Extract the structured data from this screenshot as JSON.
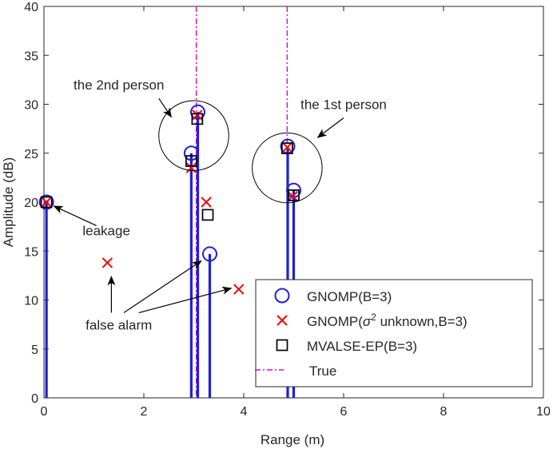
{
  "chart_data": {
    "type": "stem",
    "xlabel": "Range (m)",
    "ylabel": "Amplitude (dB)",
    "xlim": [
      0,
      10
    ],
    "ylim": [
      0,
      40
    ],
    "xticks": [
      0,
      2,
      4,
      6,
      8,
      10
    ],
    "yticks": [
      0,
      5,
      10,
      15,
      20,
      25,
      30,
      35,
      40
    ],
    "grid": false,
    "legend_position": "bottom-right",
    "stems": {
      "color": "#1f1fdb",
      "x": [
        0.05,
        2.95,
        3.08,
        3.32,
        4.88,
        5.0
      ],
      "y": [
        20.0,
        25.0,
        29.2,
        14.7,
        25.7,
        21.2
      ]
    },
    "true_lines": {
      "color": "#e000e0",
      "x": [
        3.05,
        4.87
      ]
    },
    "series": [
      {
        "name": "GNOMP(B=3)",
        "marker": "circle",
        "color": "#1f1fdb",
        "x": [
          0.05,
          2.95,
          3.08,
          3.32,
          4.88,
          5.0
        ],
        "y": [
          20.0,
          25.0,
          29.2,
          14.7,
          25.7,
          21.2
        ]
      },
      {
        "name_prefix": "GNOMP(",
        "name_sigma": "σ",
        "name_sup": "2",
        "name_suffix": " unknown,B=3)",
        "marker": "x",
        "color": "#ff0000",
        "x": [
          0.05,
          1.27,
          2.95,
          3.07,
          3.25,
          3.9,
          4.87,
          4.98
        ],
        "y": [
          20.0,
          13.8,
          23.5,
          28.9,
          20.0,
          11.1,
          25.6,
          20.6
        ]
      },
      {
        "name": "MVALSE-EP(B=3)",
        "marker": "square",
        "color": "#000000",
        "x": [
          0.05,
          2.95,
          3.07,
          3.28,
          4.87,
          5.0
        ],
        "y": [
          20.0,
          24.2,
          28.5,
          18.7,
          25.5,
          20.7
        ]
      },
      {
        "name": "True",
        "marker": "dashdot-line",
        "color": "#e000e0"
      }
    ],
    "highlight_circles": [
      {
        "cx": 3.0,
        "cy": 26.8,
        "r_x_units": 0.7
      },
      {
        "cx": 4.87,
        "cy": 23.5,
        "r_x_units": 0.7
      }
    ],
    "annotations": [
      {
        "text": "the 2nd person",
        "text_x": 1.5,
        "text_y": 31.5,
        "arrow_to_x": 2.55,
        "arrow_to_y": 28.7,
        "arrow_from_x": 2.3,
        "arrow_from_y": 30.6
      },
      {
        "text": "the 1st person",
        "text_x": 6.0,
        "text_y": 29.5,
        "arrow_to_x": 5.48,
        "arrow_to_y": 26.6,
        "arrow_from_x": 6.0,
        "arrow_from_y": 28.6
      },
      {
        "text": "leakage",
        "text_x": 1.25,
        "text_y": 16.6,
        "arrow_to_x": 0.2,
        "arrow_to_y": 19.6,
        "arrow_from_x": 1.05,
        "arrow_from_y": 17.6
      },
      {
        "text": "false alarm",
        "text_x": 1.5,
        "text_y": 7.0,
        "arrows": [
          {
            "from_x": 1.35,
            "from_y": 8.7,
            "to_x": 1.35,
            "to_y": 12.4
          },
          {
            "from_x": 1.6,
            "from_y": 8.7,
            "to_x": 3.15,
            "to_y": 14.0
          },
          {
            "from_x": 1.9,
            "from_y": 8.7,
            "to_x": 3.75,
            "to_y": 11.2
          }
        ]
      }
    ]
  }
}
